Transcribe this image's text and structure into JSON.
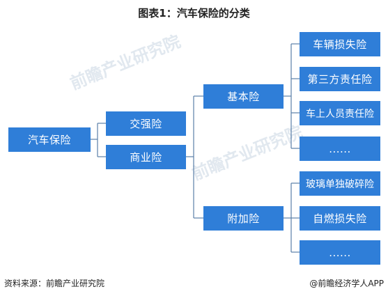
{
  "title": "图表1：汽车保险的分类",
  "watermark": "前瞻产业研究院",
  "nodes": {
    "root": "汽车保险",
    "jiaoqiang": "交强险",
    "shangye": "商业险",
    "jiben": "基本险",
    "fujia": "附加险",
    "jiben_items": [
      "车辆损失险",
      "第三方责任险",
      "车上人员责任险",
      "......"
    ],
    "fujia_items": [
      "玻璃单独破碎险",
      "自燃损失险",
      "......"
    ]
  },
  "colors": {
    "box": "#2f7ed8",
    "line": "#5a7fa8"
  },
  "footer": {
    "source": "资料来源：前瞻产业研究院",
    "brand": "@前瞻经济学人APP"
  }
}
